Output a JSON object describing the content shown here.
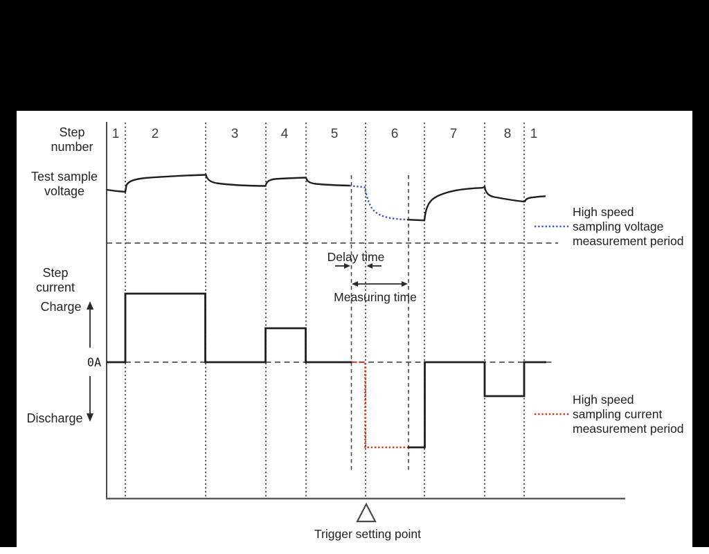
{
  "colors": {
    "background": "#000000",
    "panel": "#ffffff",
    "waveform_line": "#1f1f1f",
    "grid_line": "#3c3c3c",
    "blue": "#3f51c1",
    "red": "#e2291b",
    "text": "#222222"
  },
  "row_labels": {
    "step_number": [
      "Step",
      "number"
    ],
    "test_sample_voltage": [
      "Test sample",
      "voltage"
    ],
    "step_current": [
      "Step",
      "current"
    ]
  },
  "axis_labels": {
    "charge": "Charge",
    "zero_current": "0A",
    "discharge": "Discharge"
  },
  "step_numbers": [
    "1",
    "2",
    "3",
    "4",
    "5",
    "6",
    "7",
    "8",
    "1"
  ],
  "annotations": {
    "delay_time": "Delay time",
    "measuring_time": "Measuring time",
    "trigger_setting_point": "Trigger setting point"
  },
  "legend": {
    "voltage_period": {
      "lines": [
        "High speed",
        "sampling voltage",
        "measurement period"
      ]
    },
    "current_period": {
      "lines": [
        "High speed",
        "sampling current",
        "measurement period"
      ]
    }
  },
  "waveform": {
    "type": "timing-diagram",
    "steps": [
      {
        "number": "1",
        "current_level": "zero"
      },
      {
        "number": "2",
        "current_level": "charge-high"
      },
      {
        "number": "3",
        "current_level": "zero"
      },
      {
        "number": "4",
        "current_level": "charge-low"
      },
      {
        "number": "5",
        "current_level": "zero"
      },
      {
        "number": "6",
        "current_level": "discharge-high"
      },
      {
        "number": "7",
        "current_level": "zero"
      },
      {
        "number": "8",
        "current_level": "discharge-low"
      },
      {
        "number": "1",
        "current_level": "zero"
      }
    ],
    "high_speed_sampling_window": "from delay line in step 5 through measuring line in step 6",
    "trigger_position": "boundary between step 5 and step 6"
  }
}
